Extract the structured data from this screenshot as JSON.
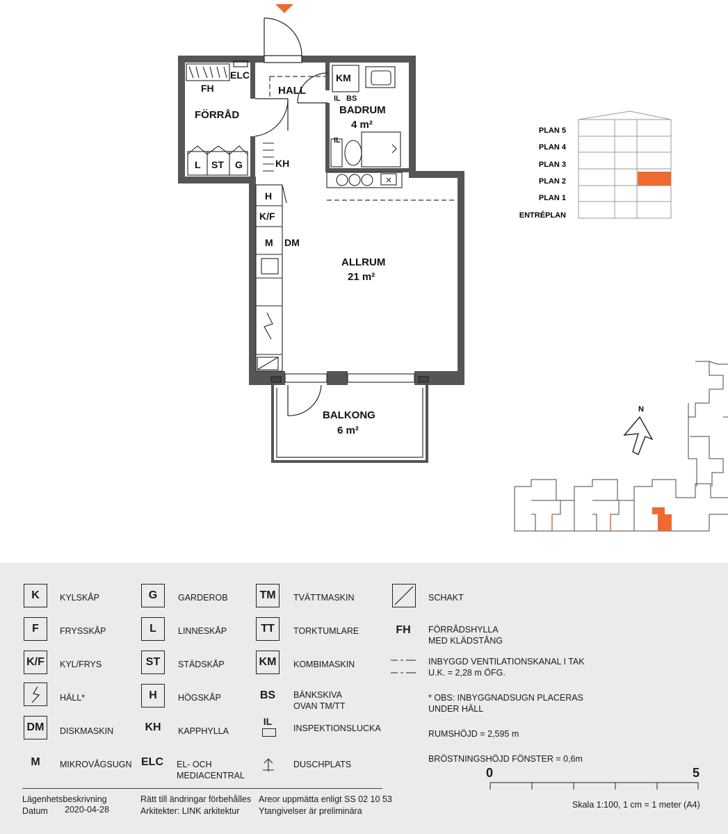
{
  "floorplan": {
    "rooms": {
      "forrad": "FÖRRÅD",
      "fh": "FH",
      "elc": "ELC",
      "hall": "HALL",
      "km": "KM",
      "il": "IL",
      "bs": "BS",
      "badrum": "BADRUM",
      "badrum_area": "4 m²",
      "il2": "IL",
      "l": "L",
      "st": "ST",
      "g": "G",
      "kh": "KH",
      "h": "H",
      "kf": "K/F",
      "m": "M",
      "dm": "DM",
      "allrum": "ALLRUM",
      "allrum_area": "21 m²",
      "balkong": "BALKONG",
      "balkong_area": "6 m²"
    },
    "floor_selector": {
      "floors": [
        "PLAN 5",
        "PLAN 4",
        "PLAN 3",
        "PLAN 2",
        "PLAN 1",
        "ENTRÉPLAN"
      ],
      "selected": "PLAN 2"
    },
    "north_label": "N",
    "accent_color": "#ee6a30"
  },
  "legend": {
    "col1": [
      {
        "symbol": "K",
        "label": "KYLSKÅP",
        "boxed": true
      },
      {
        "symbol": "F",
        "label": "FRYSSKÅP",
        "boxed": true
      },
      {
        "symbol": "K/F",
        "label": "KYL/FRYS",
        "boxed": true
      },
      {
        "symbol": "",
        "label": "HÄLL*",
        "boxed": true
      },
      {
        "symbol": "DM",
        "label": "DISKMASKIN",
        "boxed": true
      },
      {
        "symbol": "M",
        "label": "MIKROVÅGSUGN",
        "boxed": false
      }
    ],
    "col2": [
      {
        "symbol": "G",
        "label": "GARDEROB",
        "boxed": true
      },
      {
        "symbol": "L",
        "label": "LINNESKÅP",
        "boxed": true
      },
      {
        "symbol": "ST",
        "label": "STÄDSKÅP",
        "boxed": true
      },
      {
        "symbol": "H",
        "label": "HÖGSKÅP",
        "boxed": true
      },
      {
        "symbol": "KH",
        "label": "KAPPHYLLA",
        "boxed": false
      },
      {
        "symbol": "ELC",
        "label": "EL- OCH MEDIACENTRAL",
        "boxed": false
      }
    ],
    "col3": [
      {
        "symbol": "TM",
        "label": "TVÄTTMASKIN",
        "boxed": true
      },
      {
        "symbol": "TT",
        "label": "TORKTUMLARE",
        "boxed": true
      },
      {
        "symbol": "KM",
        "label": "KOMBIMASKIN",
        "boxed": true
      },
      {
        "symbol": "BS",
        "label": "BÄNKSKIVA OVAN TM/TT",
        "boxed": false
      },
      {
        "symbol": "IL",
        "label": "INSPEKTIONSLUCKA",
        "boxed": false
      },
      {
        "symbol": "",
        "label": "DUSCHPLATS",
        "boxed": false
      }
    ],
    "schakt": "SCHAKT",
    "fh_symbol": "FH",
    "fh_label": "FÖRRÅDSHYLLA MED KLÄDSTÅNG",
    "vent_label": "INBYGGD VENTILATIONSKANAL I TAK U.K. = 2,28 m ÖFG.",
    "obs": "* OBS: INBYGGNADSUGN PLACERAS UNDER HÄLL",
    "rumshojd": "RUMSHÖJD = 2,595 m",
    "brostning": "BRÖSTNINGSHÖJD  FÖNSTER = 0,6m",
    "scale_start": "0",
    "scale_end": "5",
    "scale_text": "Skala 1:100, 1 cm = 1 meter (A4)"
  },
  "footer": {
    "title": "Lägenhetsbeskrivning",
    "datum_label": "Datum",
    "datum": "2020-04-28",
    "rights": "Rätt till ändringar förbehålles",
    "architects": "Arkitekter: LINK arkitektur",
    "areas": "Areor uppmätta enligt SS 02 10 53",
    "prelim": "Ytangivelser är preliminära"
  }
}
